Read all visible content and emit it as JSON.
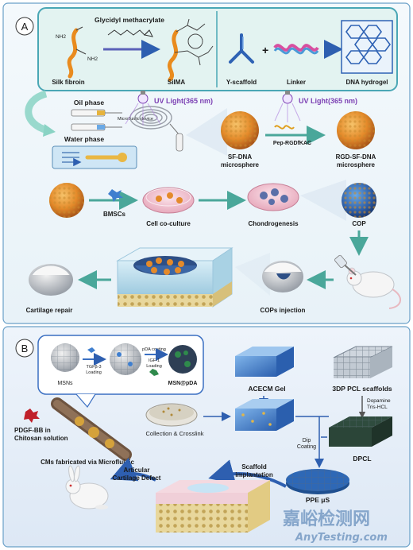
{
  "panel_a": {
    "letter": "A",
    "glycidyl_methacrylate": "Glycidyl methacrylate",
    "silk_fibroin": "Silk fibroin",
    "silma": "SilMA",
    "nh2_top": "NH2",
    "nh2_bottom": "NH2",
    "y_scaffold": "Y-scaffold",
    "linker": "Linker",
    "dna_hydrogel": "DNA hydrogel",
    "plus": "+",
    "oil_phase": "Oil phase",
    "water_phase": "Water phase",
    "microfluidic_device": "Microfluidic device",
    "uv_light_1": "UV Light(365 nm)",
    "uv_light_2": "UV Light(365 nm)",
    "sf_dna_microsphere_1": "SF-DNA",
    "sf_dna_microsphere_2": "microsphere",
    "pep_rgdfkac": "Pep-RGDfKAC",
    "rgd_sf_dna_1": "RGD-SF-DNA",
    "rgd_sf_dna_2": "microsphere",
    "bmscs": "BMSCs",
    "cell_coculture": "Cell co-culture",
    "chondrogenesis": "Chondrogenesis",
    "cop": "COP",
    "cartilage_repair": "Cartilage repair",
    "cops_injection": "COPs injection"
  },
  "panel_b": {
    "letter": "B",
    "msns": "MSNs",
    "tgfb3_loading_1": "TGFβ-3",
    "tgfb3_loading_2": "Loading",
    "pda_coating": "pDA coating",
    "igf1_loading_1": "IGF-1",
    "igf1_loading_2": "Loading",
    "msn_pda": "MSN@pDA",
    "acecm_gel": "ACECM Gel",
    "pcl_scaffolds": "3DP PCL scaffolds",
    "dopamine": "Dopamine",
    "tris_hcl": "Tris-HCL",
    "pdgf_1": "PDGF-BB in",
    "pdgf_2": "Chitosan solution",
    "collection": "Collection & Crosslink",
    "cms_microfluidic": "CMs fabricated via Microfluidic",
    "dpcl": "DPCL",
    "dip_1": "Dip",
    "dip_2": "Coating",
    "articular_1": "Articular",
    "articular_2": "Cartilage Defect",
    "scaffold_1": "Scaffold",
    "scaffold_2": "implantation",
    "ppe_us": "PPE μS"
  },
  "watermark": {
    "cn": "嘉峪检测网",
    "en": "AnyTesting.com"
  },
  "colors": {
    "panel_a_bg": "#eef6fb",
    "panel_b_bg": "#e6eff9",
    "teal_border": "#4aa7b5",
    "teal_fill": "#dff1ef",
    "uv_purple": "#7b3fb3",
    "arrow_teal": "#5cb8a8",
    "arrow_blue": "#3a6fc2",
    "sphere_orange": "#e48a2a",
    "gel_blue": "#3c79c8"
  }
}
